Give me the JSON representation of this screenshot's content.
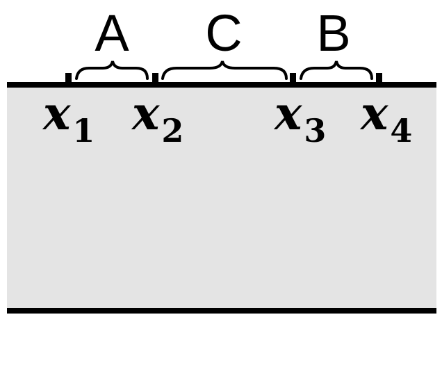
{
  "colors": {
    "strip": "#e4e4e4",
    "ink": "#000000",
    "background": "#ffffff"
  },
  "points": [
    {
      "var": "x",
      "sub": "1"
    },
    {
      "var": "x",
      "sub": "2"
    },
    {
      "var": "x",
      "sub": "3"
    },
    {
      "var": "x",
      "sub": "4"
    }
  ],
  "segments": [
    {
      "label": "A",
      "from": 0,
      "to": 1
    },
    {
      "label": "C",
      "from": 1,
      "to": 2
    },
    {
      "label": "B",
      "from": 2,
      "to": 3
    }
  ]
}
